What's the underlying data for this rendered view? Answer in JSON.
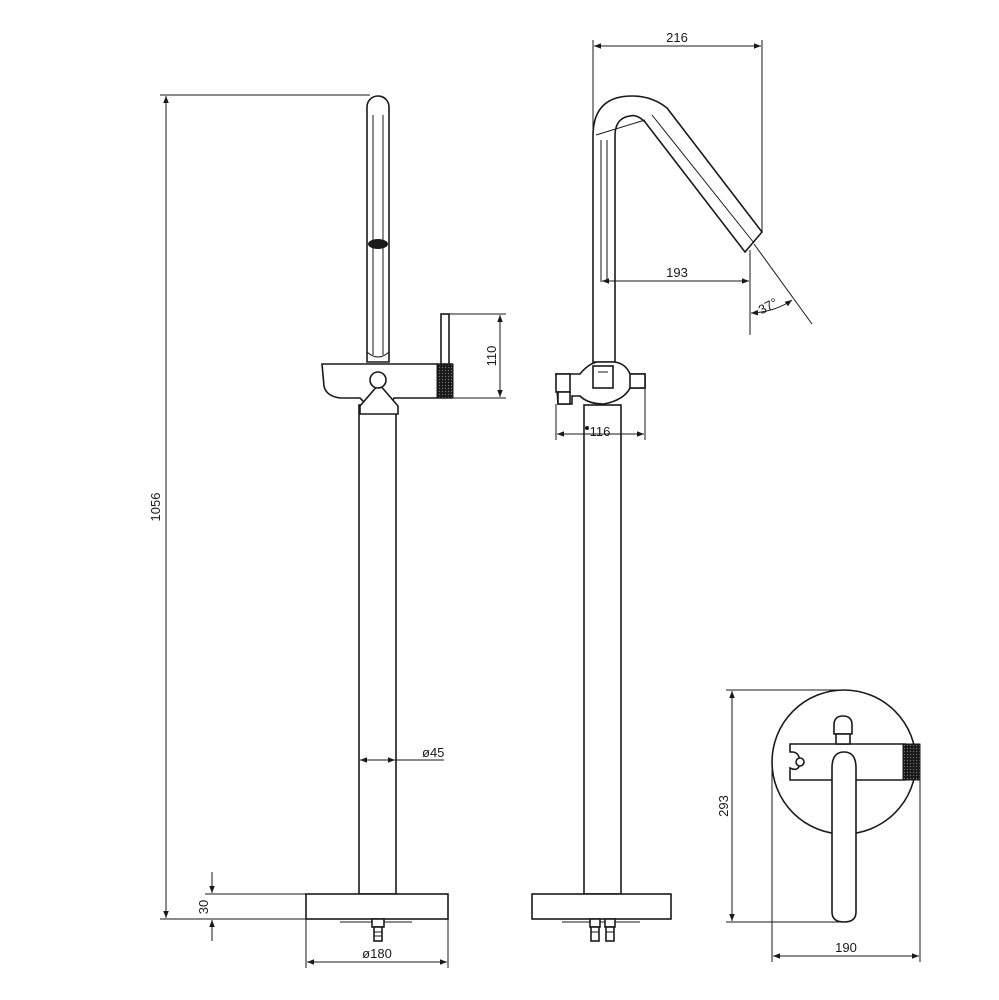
{
  "dimensions": {
    "total_height": "1056",
    "base_thickness": "30",
    "base_diameter": "ø180",
    "column_diameter": "ø45",
    "handle_height": "110",
    "spout_reach": "216",
    "spout_outlet": "193",
    "spout_angle": "37°",
    "body_depth": "116",
    "plate_height": "293",
    "plate_width": "190"
  },
  "colors": {
    "line": "#1a1a1a",
    "background": "#ffffff"
  }
}
